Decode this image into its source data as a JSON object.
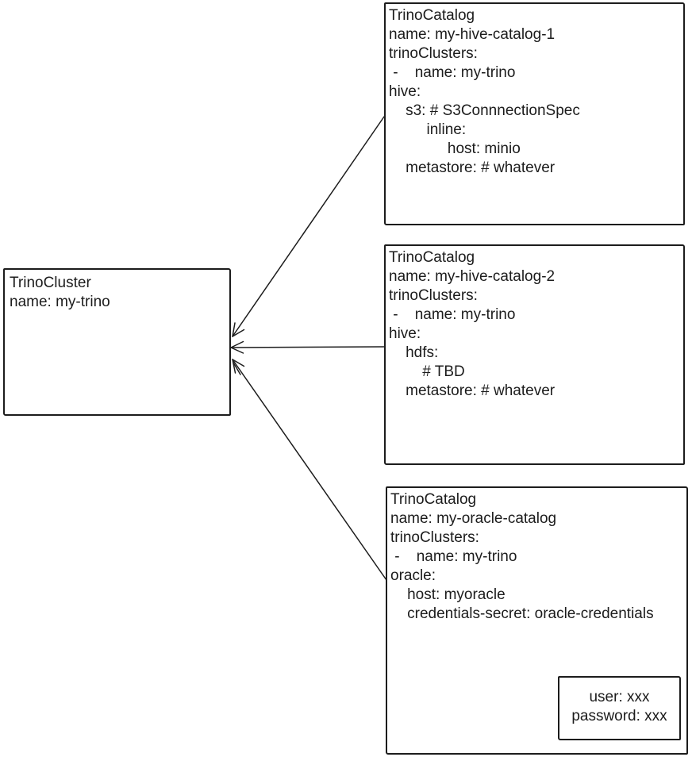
{
  "colors": {
    "ink": "#1c1c1c",
    "background": "#ffffff"
  },
  "cluster": {
    "text": "TrinoCluster\nname: my-trino"
  },
  "catalogs": [
    {
      "text": "TrinoCatalog\nname: my-hive-catalog-1\ntrinoClusters:\n -    name: my-trino\nhive:\n    s3: # S3ConnnectionSpec\n         inline:\n              host: minio\n    metastore: # whatever"
    },
    {
      "text": "TrinoCatalog\nname: my-hive-catalog-2\ntrinoClusters:\n -    name: my-trino\nhive:\n    hdfs:\n        # TBD\n    metastore: # whatever"
    },
    {
      "text": "TrinoCatalog\nname: my-oracle-catalog\ntrinoClusters:\n -    name: my-trino\noracle:\n    host: myoracle\n    credentials-secret: oracle-credentials"
    }
  ],
  "secret": {
    "text": "user: xxx\npassword: xxx"
  }
}
